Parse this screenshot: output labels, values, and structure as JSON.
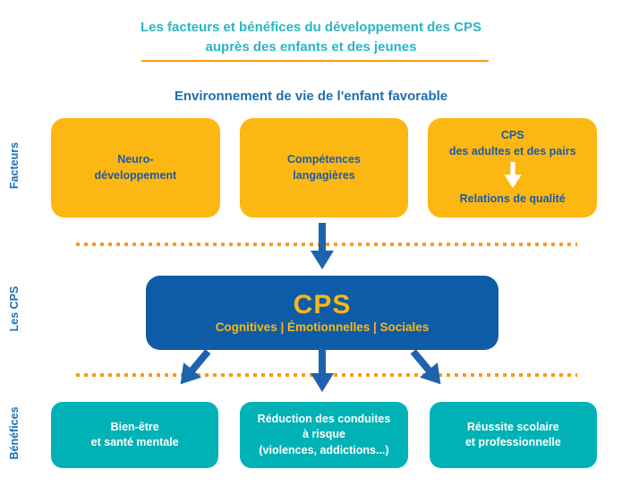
{
  "header": {
    "title": "Les facteurs et bénéfices du développement des CPS\nauprès des enfants et des jeunes",
    "subtitle": "Environnement de vie de l'enfant favorable"
  },
  "side_labels": {
    "factors": "Facteurs",
    "cps": "Les CPS",
    "benefits": "Bénéfices"
  },
  "factors": {
    "boxes": [
      {
        "label": "Neuro-\ndéveloppement"
      },
      {
        "label": "Compétences\nlangagières"
      },
      {
        "label_top": "CPS\ndes adultes et des pairs",
        "label_bottom": "Relations de qualité",
        "arrow_icon": "white-down-arrow"
      }
    ]
  },
  "cps_box": {
    "title": "CPS",
    "subtitle": "Cognitives | Émotionnelles | Sociales"
  },
  "benefits": {
    "boxes": [
      {
        "label": "Bien-être\net santé mentale"
      },
      {
        "label": "Réduction des conduites\nà risque\n(violences, addictions...)"
      },
      {
        "label": "Réussite scolaire\net professionnelle"
      }
    ]
  },
  "colors": {
    "title_teal": "#2BB5C6",
    "orange": "#F89B1B",
    "yellow": "#FDB712",
    "box_text_blue": "#1D5BA4",
    "dark_blue": "#0E5CA8",
    "label_blue": "#1C6FB5",
    "arrow_blue": "#1E63AD",
    "teal": "#00B2B5",
    "white": "#FFFFFF"
  }
}
